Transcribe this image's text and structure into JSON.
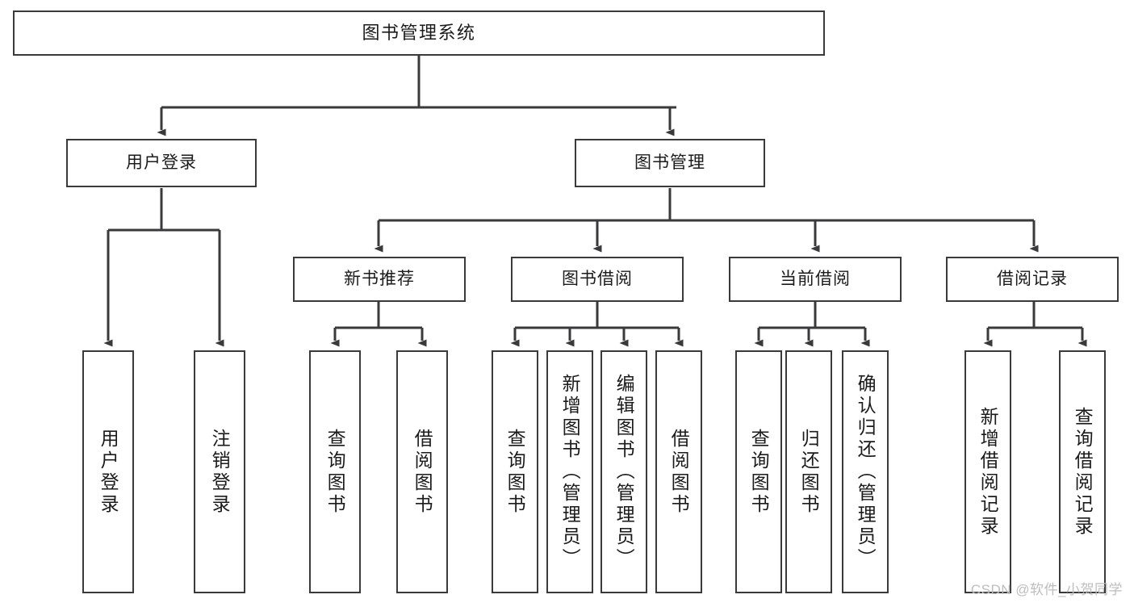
{
  "diagram": {
    "title": "图书管理系统",
    "type": "tree",
    "watermark": "CSDN @软件_小贺同学",
    "colors": {
      "background": "#ffffff",
      "box_border": "#3a3a3c",
      "box_fill": "#ffffff",
      "connector": "#3a3a3c",
      "text": "#1b1b1d",
      "watermark": "#bdbdbd"
    },
    "nodes": {
      "root": {
        "label": "图书管理系统"
      },
      "level2": [
        {
          "label": "用户登录"
        },
        {
          "label": "图书管理"
        }
      ],
      "level3": [
        {
          "label": "新书推荐"
        },
        {
          "label": "图书借阅"
        },
        {
          "label": "当前借阅"
        },
        {
          "label": "借阅记录"
        }
      ],
      "leaves_user_login": [
        {
          "label": "用户登录"
        },
        {
          "label": "注销登录"
        }
      ],
      "leaves_new_book": [
        {
          "label": "查询图书"
        },
        {
          "label": "借阅图书"
        }
      ],
      "leaves_borrow": [
        {
          "label": "查询图书"
        },
        {
          "label": "新增图书（管理员）"
        },
        {
          "label": "编辑图书（管理员）"
        },
        {
          "label": "借阅图书"
        }
      ],
      "leaves_current": [
        {
          "label": "查询图书"
        },
        {
          "label": "归还图书"
        },
        {
          "label": "确认归还（管理员）"
        }
      ],
      "leaves_records": [
        {
          "label": "新增借阅记录"
        },
        {
          "label": "查询借阅记录"
        }
      ]
    }
  }
}
